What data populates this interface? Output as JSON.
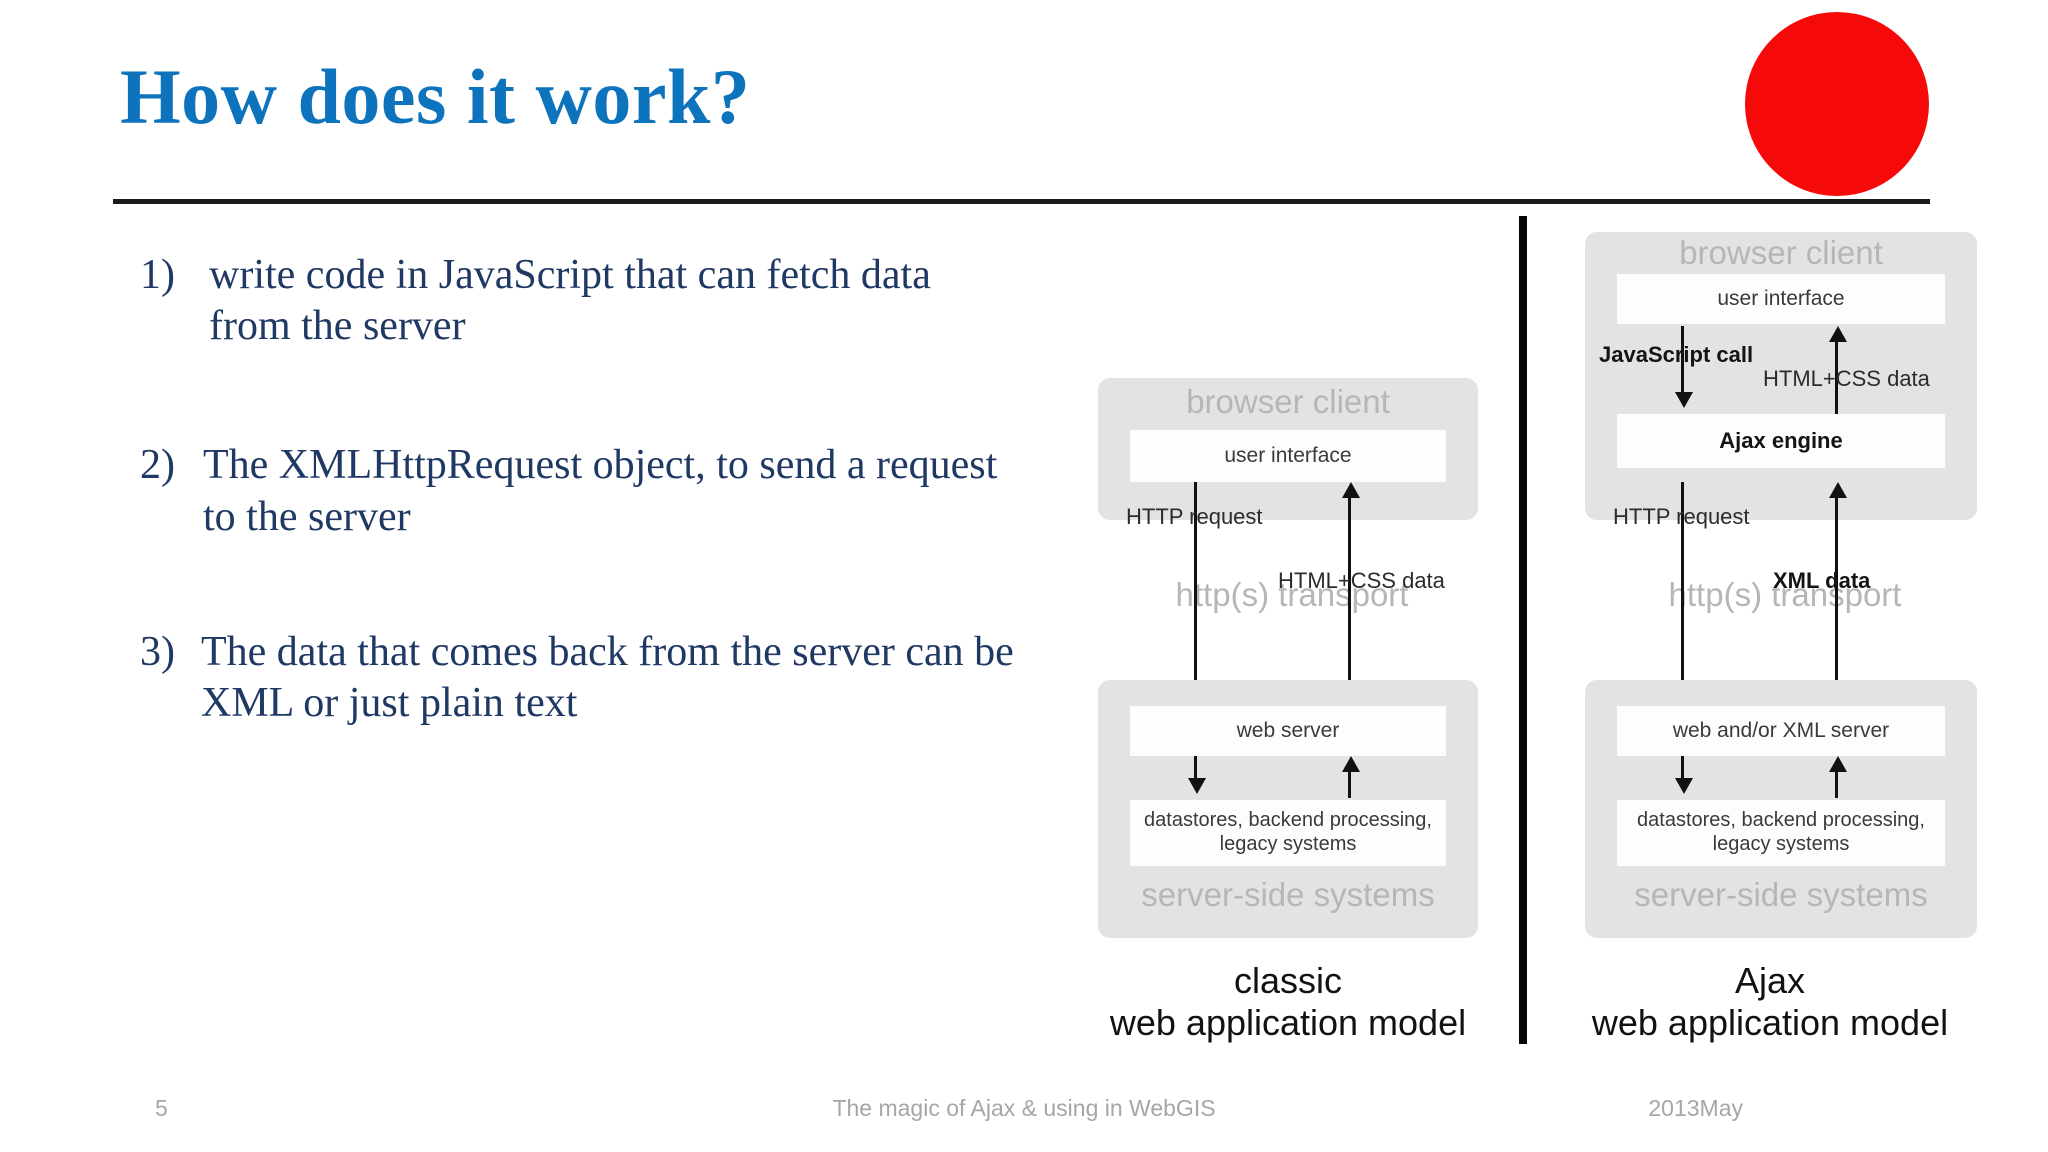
{
  "slide": {
    "title": "How does it work?",
    "accent_color": "#0d73bd",
    "body_text_color": "#1f3864",
    "decor": {
      "dot_color": "#f50909",
      "dot_name": "red-circle-decoration"
    }
  },
  "bullets": [
    {
      "number": "1)",
      "text": "write code in JavaScript that can fetch data from the server"
    },
    {
      "number": "2)",
      "text": "The XMLHttpRequest object, to send a request to the server"
    },
    {
      "number": "3)",
      "text": "The data that comes back from the server can be XML or just plain text"
    }
  ],
  "diagrams": {
    "classic": {
      "caption_line1": "classic",
      "caption_line2": "web application model",
      "browser_group": "browser client",
      "ui_box": "user interface",
      "transport": "http(s) transport",
      "server_group": "server-side systems",
      "server_box": "web server",
      "datastore_box": "datastores, backend processing, legacy systems",
      "arrow_down_label": "HTTP request",
      "arrow_up_label": "HTML+CSS data"
    },
    "ajax": {
      "caption_line1": "Ajax",
      "caption_line2": "web application model",
      "browser_group": "browser client",
      "ui_box": "user interface",
      "engine_box": "Ajax engine",
      "js_call_label": "JavaScript call",
      "html_css_label": "HTML+CSS data",
      "transport": "http(s) transport",
      "server_group": "server-side systems",
      "server_box": "web and/or XML server",
      "datastore_box": "datastores, backend processing, legacy systems",
      "arrow_down_label": "HTTP request",
      "arrow_up_label": "XML data"
    }
  },
  "footer": {
    "page_number": "5",
    "center_text": "The magic of Ajax & using in WebGIS",
    "date": "2013May"
  }
}
